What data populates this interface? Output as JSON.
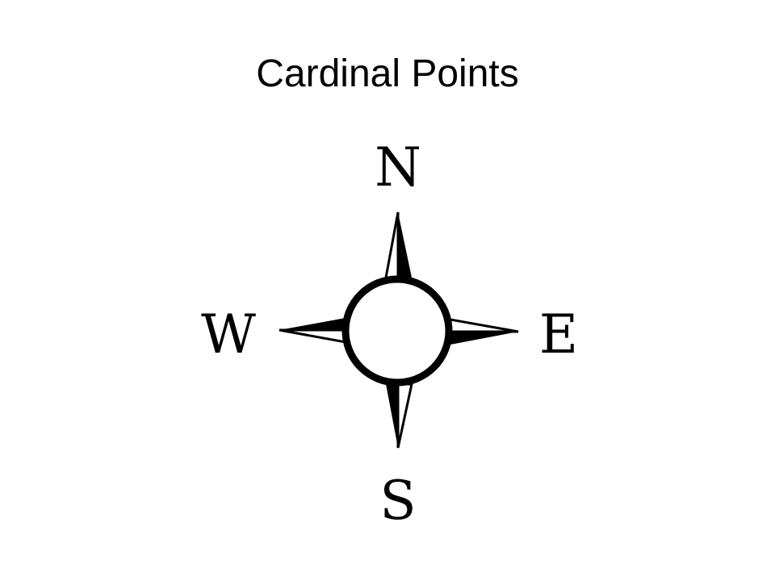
{
  "slide": {
    "title": "Cardinal Points"
  },
  "compass": {
    "labels": {
      "north": "N",
      "east": "E",
      "south": "S",
      "west": "W"
    },
    "colors": {
      "ink": "#000000",
      "paper": "#ffffff"
    }
  }
}
